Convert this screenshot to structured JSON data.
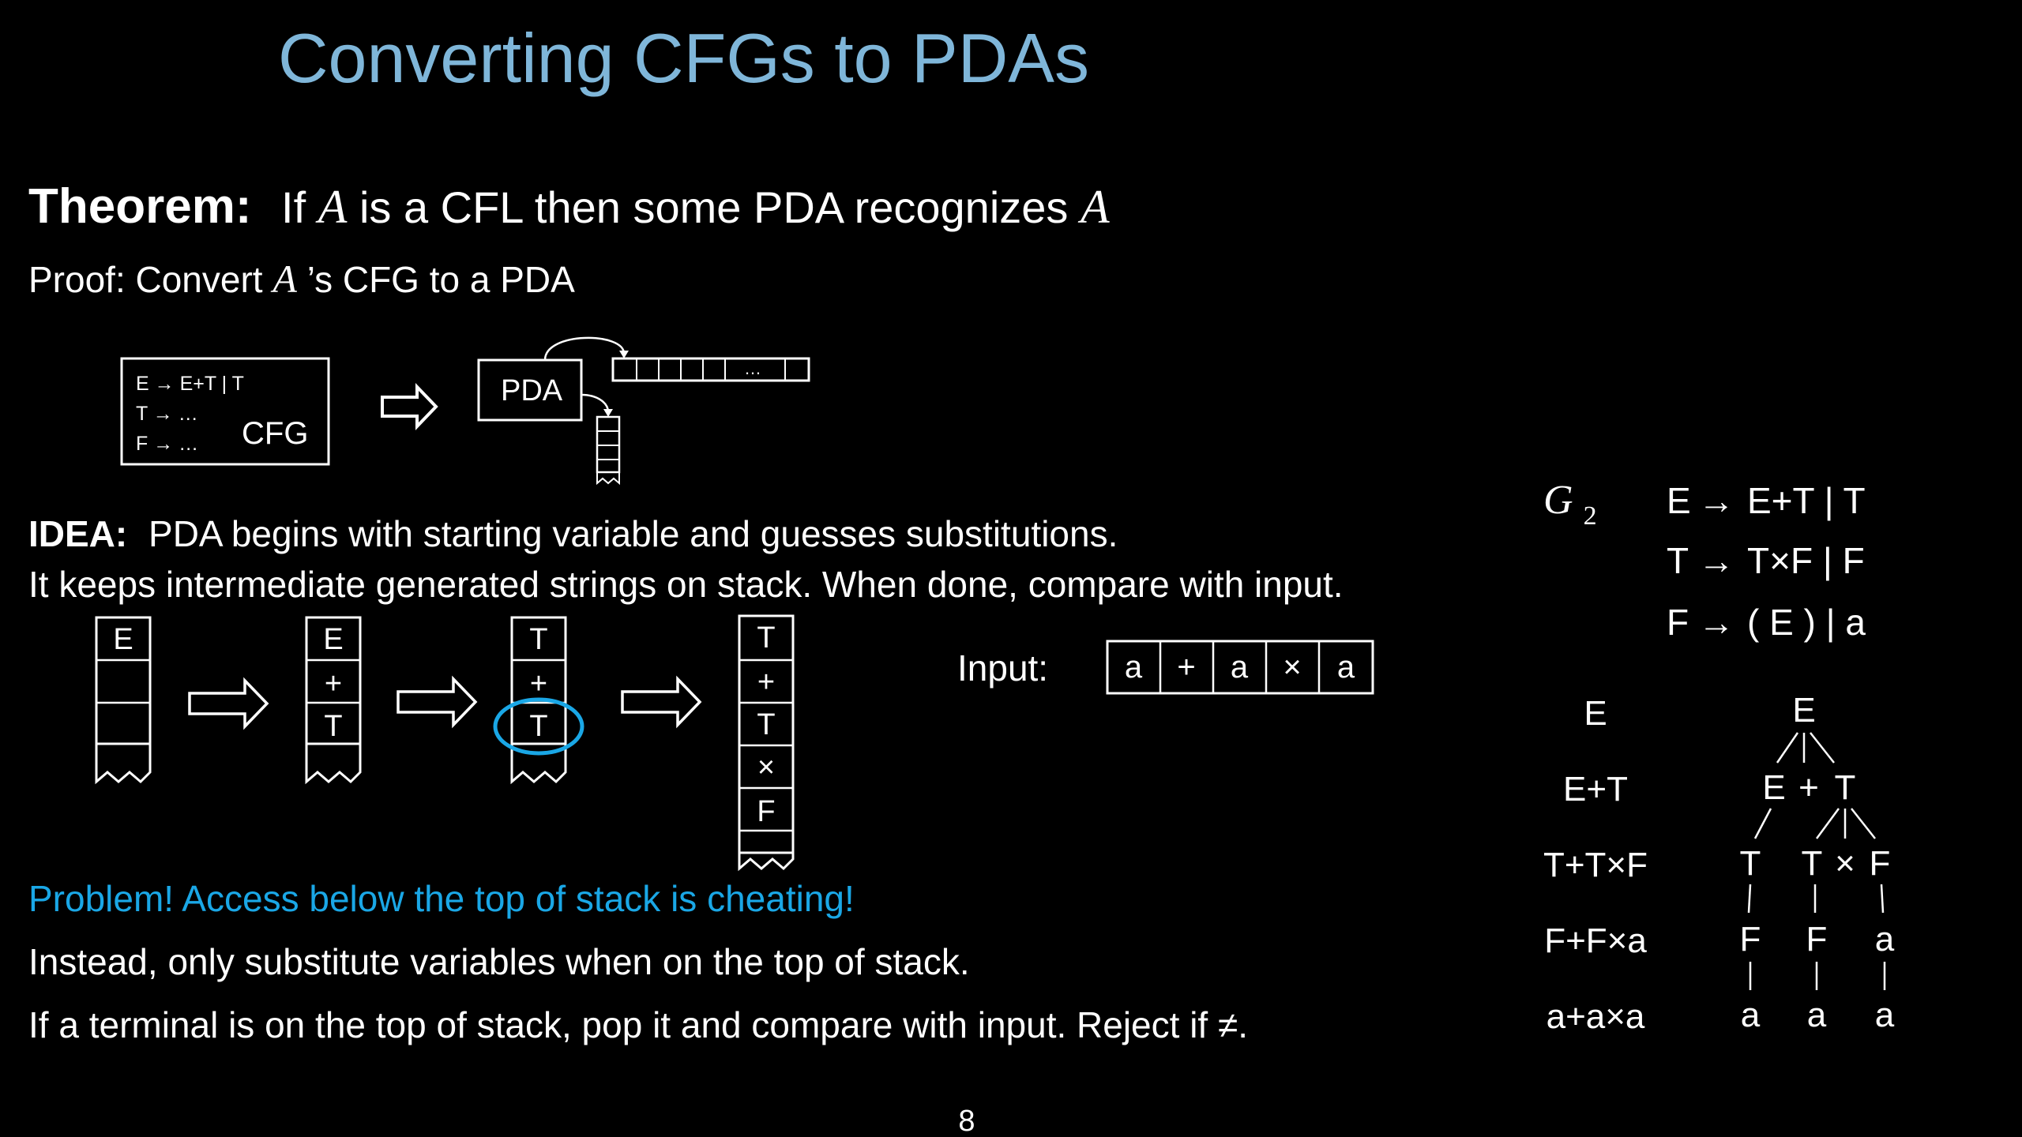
{
  "slide": {
    "title": "Converting CFGs to PDAs",
    "page_number": "8"
  },
  "theorem": {
    "label": "Theorem:",
    "text_pre": "If ",
    "var": "A",
    "text_mid": " is a CFL then some PDA recognizes ",
    "var2": "A"
  },
  "proof": {
    "text_pre": "Proof:  Convert ",
    "var": "A",
    "text_post": "’s CFG to a PDA"
  },
  "cfg_box": {
    "rule1": "E → E+T | T",
    "rule2": "T → …",
    "rule3": "F → …",
    "label": "CFG"
  },
  "pda_box": {
    "label": "PDA",
    "tape_ellipsis": "…"
  },
  "idea": {
    "label": "IDEA:",
    "line1": "PDA begins with starting variable and guesses substitutions.",
    "line2": "It keeps intermediate generated strings on stack.  When done, compare with input."
  },
  "stacks": [
    [
      "E",
      ""
    ],
    [
      "E",
      "+",
      "T"
    ],
    [
      "T",
      "+",
      "T"
    ],
    [
      "T",
      "+",
      "T",
      "×",
      "F"
    ]
  ],
  "input": {
    "label": "Input:",
    "cells": [
      "a",
      "+",
      "a",
      "×",
      "a"
    ]
  },
  "problem": {
    "text": "Problem!  Access below the top of stack is cheating!",
    "color": "#1aa7e6"
  },
  "instead_text": "Instead, only substitute variables when on the top of stack.",
  "terminal_text": "If a terminal is on the top of stack, pop it and compare with input.  Reject if ≠.",
  "grammar": {
    "name": "G",
    "subscript": "2",
    "rules": [
      {
        "lhs": "E",
        "rhs": "E+T | T"
      },
      {
        "lhs": "T",
        "rhs": "T×F | F"
      },
      {
        "lhs": "F",
        "rhs": "( E ) | a"
      }
    ]
  },
  "derivation": [
    "E",
    "E+T",
    "T+T×F",
    "F+F×a",
    "a+a×a"
  ],
  "parse_tree": {
    "row0": [
      "E"
    ],
    "row1": [
      "E",
      "+",
      "T"
    ],
    "row2": [
      "T",
      "T",
      "×",
      "F"
    ],
    "row3": [
      "F",
      "F",
      "a"
    ],
    "row4": [
      "a",
      "a",
      "a"
    ]
  },
  "colors": {
    "title": "#7fb6d9",
    "highlight": "#1aa7e6",
    "text": "#ffffff",
    "background": "#000000"
  }
}
